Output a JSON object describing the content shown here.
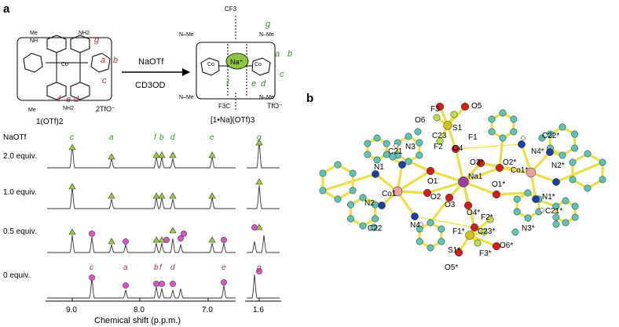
{
  "panel_a": {
    "label": "a",
    "reaction": {
      "reagent_top": "NaOTf",
      "reagent_bottom": "CD3OD",
      "reactant_name": "1(OTf)2",
      "reactant_counterion": "2TfO⁻",
      "product_name": "[1•Na](OTf)3",
      "product_counterion": "TfO⁻",
      "sodium_label": "Na⁺",
      "cf3_label": "CF3",
      "f3c_label": "F3C",
      "cobalt_label": "Co",
      "methyl_label": "Me",
      "amine_label": "NH",
      "nh2_label": "NH2",
      "n_me_label": "N–Me",
      "reactant_proton_labels": [
        "g",
        "a",
        "b",
        "c",
        "f",
        "e",
        "d"
      ],
      "product_proton_labels": [
        "g",
        "a",
        "b",
        "c",
        "e",
        "d",
        "f"
      ]
    },
    "nmr": {
      "header": "NaOTf",
      "xlabel": "Chemical shift (p.p.m.)",
      "ticks": [
        "9.0",
        "8.0",
        "7.0",
        "1.6"
      ],
      "colors": {
        "triangle": "#9ccc3c",
        "circle": "#d957c4",
        "peak_label_green": "#3c8a2e",
        "peak_label_red": "#b02b45"
      },
      "traces": [
        {
          "label": "2.0 equiv.",
          "peak_labels": [
            "c",
            "a",
            "f",
            "b",
            "d",
            "e",
            "g"
          ]
        },
        {
          "label": "1.0 equiv.",
          "peak_labels": []
        },
        {
          "label": "0.5 equiv.",
          "peak_labels": []
        },
        {
          "label": "0 equiv.",
          "peak_labels": [
            "c",
            "a",
            "b",
            "f",
            "d",
            "e",
            "g"
          ]
        }
      ]
    }
  },
  "panel_b": {
    "label": "b",
    "atom_labels": [
      "F3",
      "O5",
      "O6",
      "S1",
      "C23",
      "F1",
      "F2",
      "O4",
      "C22*",
      "C21",
      "N3",
      "N4*",
      "N1",
      "O3*",
      "O2*",
      "N2*",
      "Co1*",
      "Na1",
      "O1",
      "Co1",
      "O2",
      "O1*",
      "N1*",
      "N2",
      "O3",
      "O4*",
      "F2*",
      "C21*",
      "C22",
      "N4",
      "F1*",
      "C23*",
      "N3*",
      "S1*",
      "O6*",
      "F3*",
      "O5*"
    ],
    "colors": {
      "bond": "#e8e04a",
      "carbon": "#5fc3b4",
      "oxygen": "#d01f1f",
      "nitrogen": "#1f3fa0",
      "cobalt": "#e8a0a0",
      "sodium": "#9b3fa6",
      "fluorine": "#b8e04a",
      "sulfur": "#d4c11a",
      "hydrogen": "#f4f4f4"
    }
  }
}
